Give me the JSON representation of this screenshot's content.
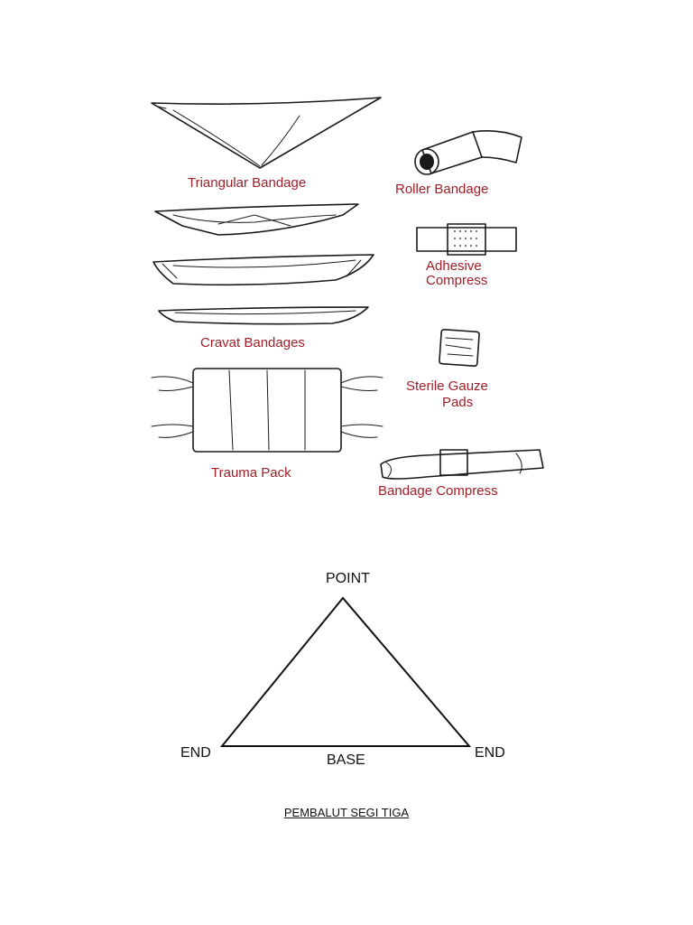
{
  "illustration": {
    "labels": {
      "triangular": "Triangular Bandage",
      "roller": "Roller Bandage",
      "adhesive_line1": "Adhesive",
      "adhesive_line2": "Compress",
      "cravat": "Cravat Bandages",
      "sterile_line1": "Sterile Gauze",
      "sterile_line2": "Pads",
      "trauma": "Trauma Pack",
      "bandage_compress": "Bandage Compress"
    },
    "label_color": "#a01e28"
  },
  "triangle": {
    "point": "POINT",
    "end_left": "END",
    "end_right": "END",
    "base": "BASE"
  },
  "caption": "PEMBALUT SEGI TIGA"
}
